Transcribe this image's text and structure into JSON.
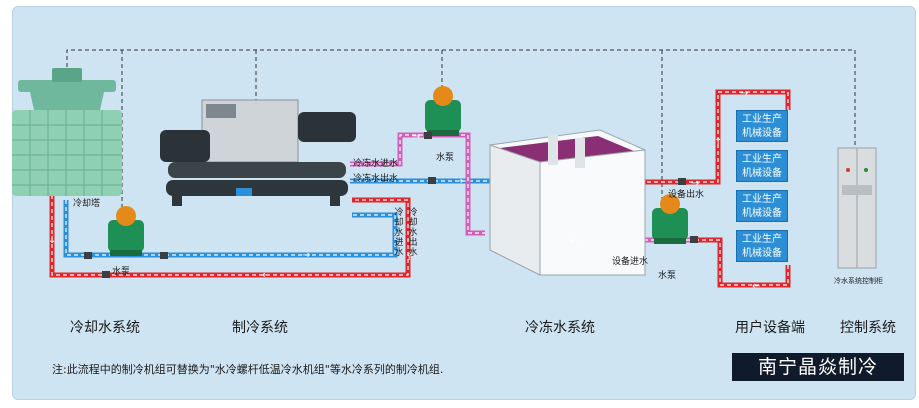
{
  "diagram": {
    "labels": {
      "cooling_tower": "冷却塔",
      "water_pump_left": "水泵",
      "water_pump_top": "水泵",
      "water_pump_right": "水泵",
      "chilled_water_in": "冷冻水进水",
      "chilled_water_out": "冷冻水出水",
      "cooling_water_in": "冷却水进水",
      "cooling_water_out": "冷却水出水",
      "equipment_outlet": "设备出水",
      "equipment_inlet": "设备进水",
      "control_cabinet": "冷水系统控制柜"
    },
    "user_equipment": [
      "工业生产\n机械设备",
      "工业生产\n机械设备",
      "工业生产\n机械设备",
      "工业生产\n机械设备"
    ],
    "sections": {
      "cooling": "冷却水系统",
      "refrigeration": "制冷系统",
      "chilled": "冷冻水系统",
      "user": "用户设备端",
      "control": "控制系统"
    },
    "note": "注:此流程中的制冷机组可替换为\"水冷螺杆低温冷水机组\"等水冷系列的制冷机组.",
    "brand": "南宁晶焱制冷",
    "colors": {
      "hot_pipe": "#e0262b",
      "cold_pipe": "#2a8fd8",
      "chilled_pipe": "#d05fb8",
      "control_line": "#333333",
      "background": "#cfe4f2"
    }
  }
}
